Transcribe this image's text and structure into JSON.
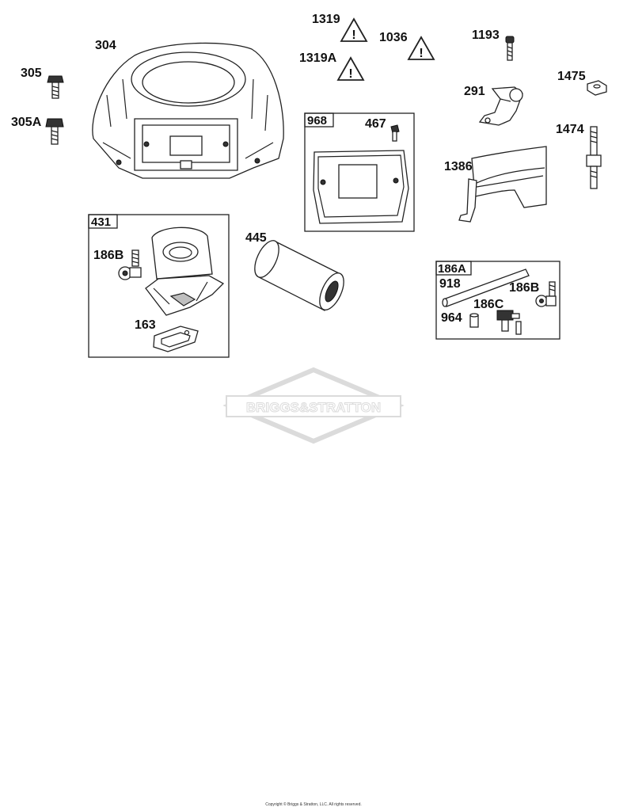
{
  "labels": {
    "l304": "304",
    "l305": "305",
    "l305A": "305A",
    "l1319": "1319",
    "l1319A": "1319A",
    "l1036": "1036",
    "l1193": "1193",
    "l291": "291",
    "l1475": "1475",
    "l1474": "1474",
    "l1386": "1386",
    "l467": "467",
    "l445": "445",
    "l186B_a": "186B",
    "l163": "163",
    "l918": "918",
    "l186B_b": "186B",
    "l186C": "186C",
    "l964": "964"
  },
  "boxes": {
    "b968": "968",
    "b431": "431",
    "b186A": "186A"
  },
  "warning_glyph": "!",
  "watermark": "BRIGGS&STRATTON",
  "copyright": "Copyright © Briggs & Stratton, LLC. All rights reserved.",
  "icons": {
    "warning": "warning-triangle-icon",
    "logo": "briggs-stratton-diamond-logo"
  }
}
